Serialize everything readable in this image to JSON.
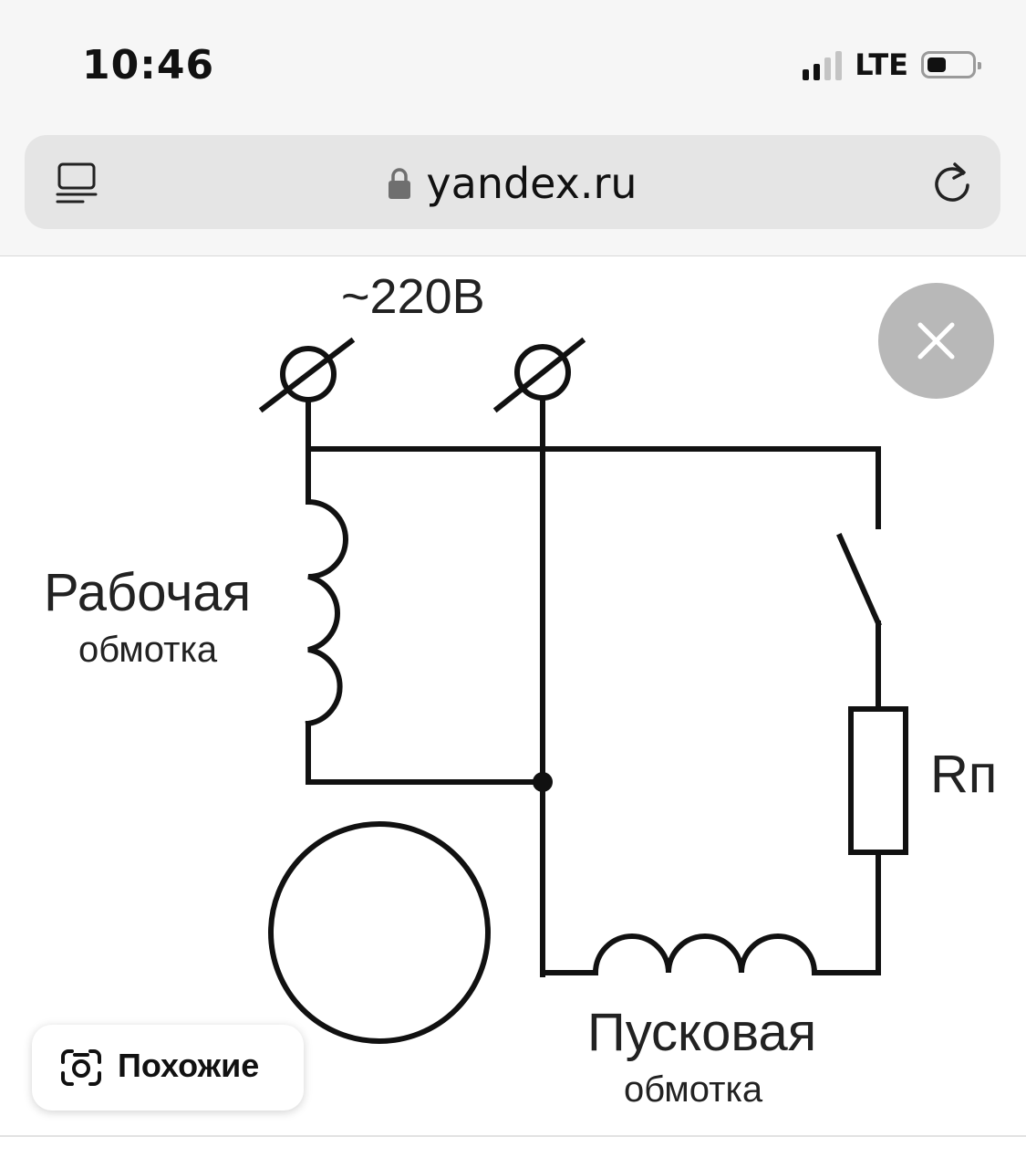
{
  "status_bar": {
    "time": "10:46",
    "network": "LTE",
    "signal_bars_active": 2,
    "signal_bars_total": 4,
    "battery_level": 0.4
  },
  "browser": {
    "url": "yandex.ru",
    "icons": {
      "tabs": "tabs-icon",
      "lock": "lock-icon",
      "reload": "reload-icon"
    }
  },
  "diagram": {
    "voltage_label": "~220В",
    "working_winding_title": "Рабочая",
    "working_winding_sub": "обмотка",
    "resistor_label": "Rп",
    "start_winding_title": "Пусковая",
    "start_winding_sub": "обмотка"
  },
  "controls": {
    "close_icon": "close-icon",
    "similar_label": "Похожие",
    "similar_icon": "camera-search-icon"
  }
}
